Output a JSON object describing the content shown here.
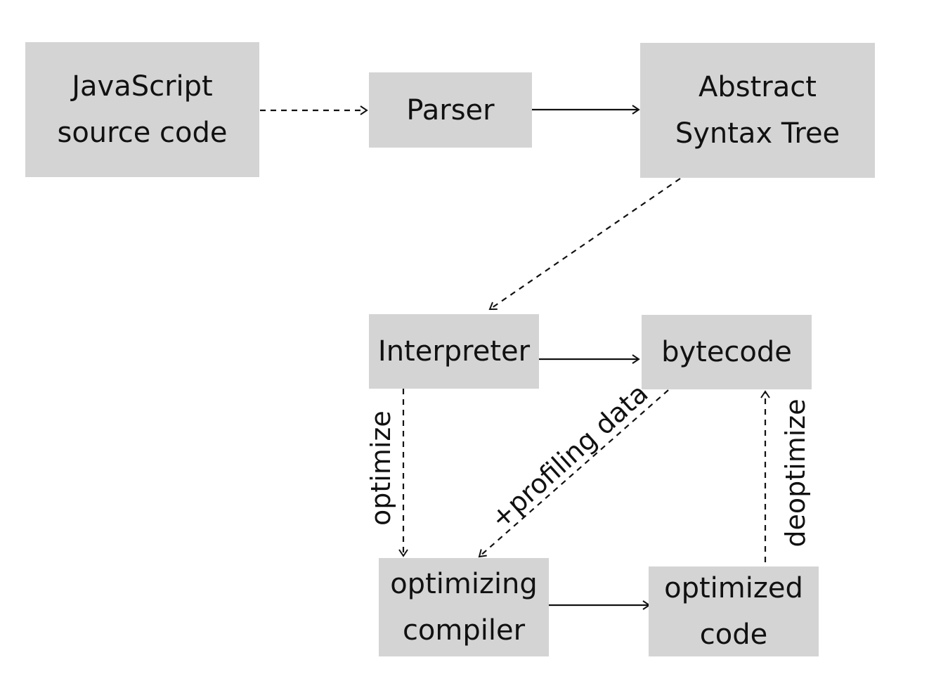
{
  "nodes": {
    "js_source": "JavaScript\nsource code",
    "parser": "Parser",
    "ast": "Abstract\nSyntax Tree",
    "interpreter": "Interpreter",
    "bytecode": "bytecode",
    "optimizing_compiler": "optimizing\ncompiler",
    "optimized_code": "optimized\ncode"
  },
  "edge_labels": {
    "optimize": "optimize",
    "profiling": "+profiling data",
    "deoptimize": "deoptimize"
  },
  "colors": {
    "box_fill": "#d4d4d4",
    "line": "#111111"
  }
}
